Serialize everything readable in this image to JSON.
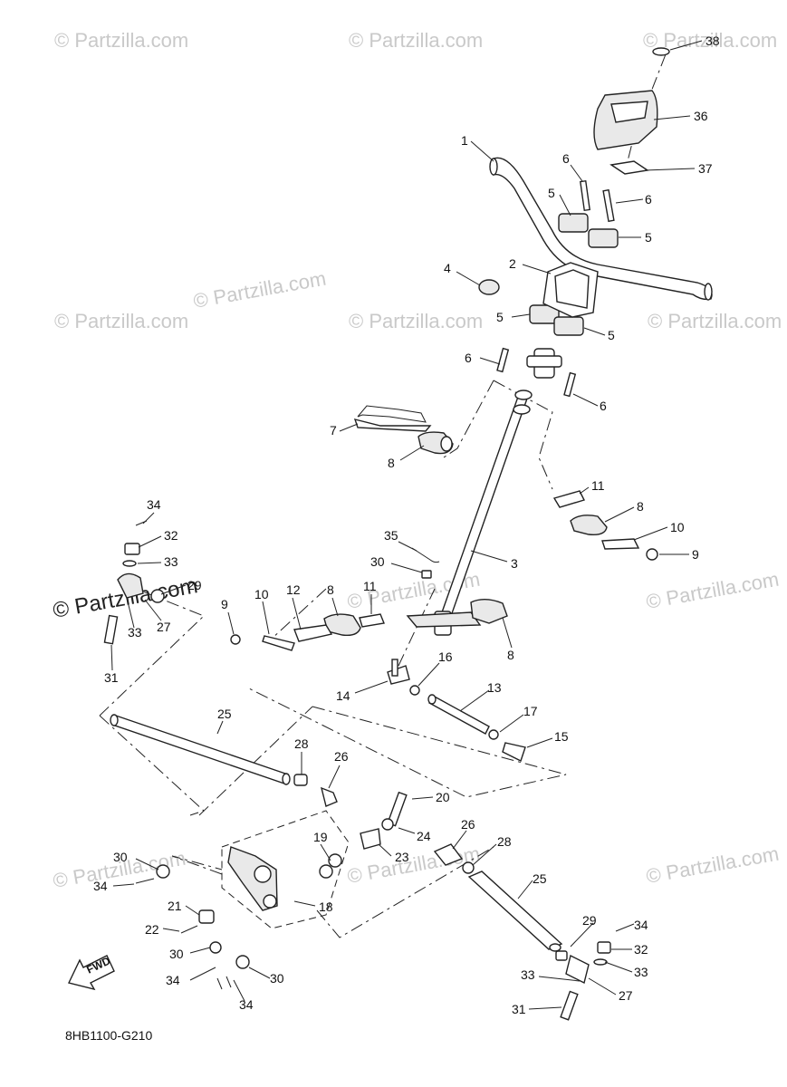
{
  "watermarks": [
    "© Partzilla.com",
    "© Partzilla.com",
    "© Partzilla.com",
    "© Partzilla.com",
    "© Partzilla.com",
    "© Partzilla.com",
    "© Partzilla.com",
    "© Partzilla.com",
    "© Partzilla.com",
    "© Partzilla.com",
    "© Partzilla.com",
    "© Partzilla.com",
    "© Partzilla.com"
  ],
  "fwd_label": "FWD",
  "diagram_code": "8HB1100-G210",
  "callouts": [
    "38",
    "36",
    "37",
    "1",
    "6",
    "6",
    "5",
    "5",
    "2",
    "4",
    "5",
    "5",
    "6",
    "6",
    "7",
    "8",
    "11",
    "8",
    "10",
    "9",
    "34",
    "32",
    "33",
    "29",
    "27",
    "33",
    "31",
    "35",
    "30",
    "3",
    "9",
    "10",
    "12",
    "8",
    "11",
    "8",
    "16",
    "14",
    "13",
    "17",
    "15",
    "25",
    "28",
    "26",
    "20",
    "24",
    "19",
    "23",
    "26",
    "28",
    "25",
    "30",
    "34",
    "21",
    "18",
    "22",
    "30",
    "29",
    "34",
    "32",
    "33",
    "34",
    "30",
    "33",
    "27",
    "31",
    "34"
  ]
}
